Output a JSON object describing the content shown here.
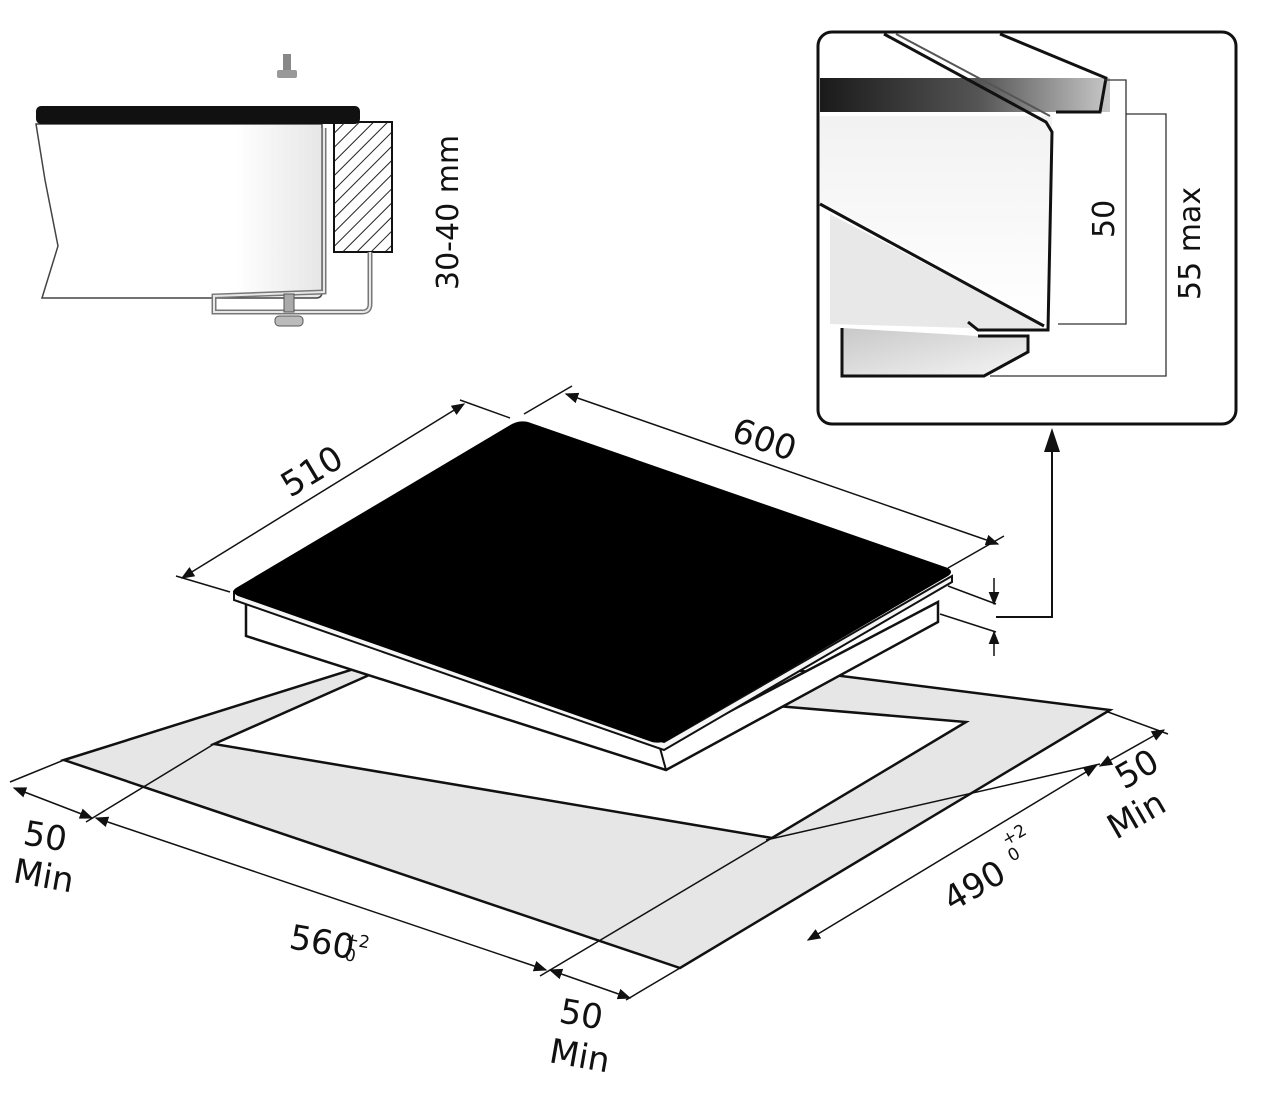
{
  "detail_side": {
    "thickness_label": "30-40 mm"
  },
  "detail_inset": {
    "height_label": "50",
    "max_label": "55 max"
  },
  "hob": {
    "depth_label": "510",
    "width_label": "600"
  },
  "cutout": {
    "width_label": "560",
    "width_tolerance_plus": "+2",
    "width_tolerance_minus": "0",
    "depth_label": "490",
    "depth_tolerance_plus": "+2",
    "depth_tolerance_minus": "0"
  },
  "clearances": {
    "left_value": "50",
    "left_unit": "Min",
    "front_value": "50",
    "front_unit": "Min",
    "right_value": "50",
    "right_unit": "Min"
  },
  "colors": {
    "glass": "#000000",
    "countertop_fill": "#e5e5e5",
    "line": "#111111",
    "hatch": "#222222"
  }
}
